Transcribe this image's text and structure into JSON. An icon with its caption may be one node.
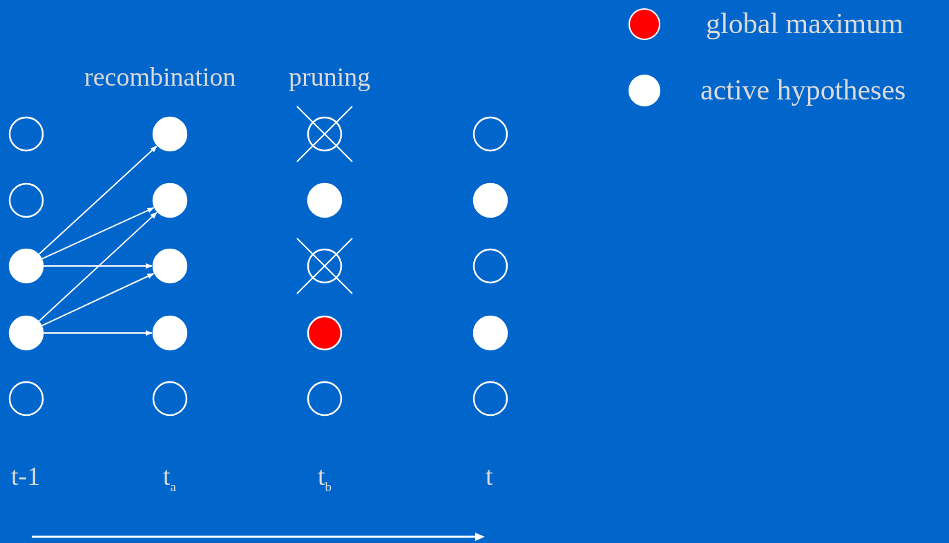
{
  "diagram": {
    "nodes": [
      {
        "text": [],
        "shape": "circle"
      },
      {
        "text": [],
        "shape": "circle"
      },
      {
        "text": [],
        "shape": "circle"
      },
      {
        "text": [],
        "shape": "circle"
      },
      {
        "text": [],
        "shape": "circle"
      },
      {
        "text": [],
        "shape": "circle"
      },
      {
        "text": [],
        "shape": "circle"
      },
      {
        "text": [],
        "shape": "circle"
      },
      {
        "text": [],
        "shape": "circle"
      },
      {
        "text": [],
        "shape": "circle"
      },
      {
        "text": [],
        "shape": "circle"
      },
      {
        "text": [],
        "shape": "circle"
      },
      {
        "text": [],
        "shape": "circle"
      },
      {
        "text": [],
        "shape": "circle"
      },
      {
        "text": [],
        "shape": "circle"
      },
      {
        "text": [],
        "shape": "circle"
      },
      {
        "text": [],
        "shape": "circle"
      },
      {
        "text": [],
        "shape": "circle"
      },
      {
        "text": [],
        "shape": "circle"
      },
      {
        "text": [],
        "shape": "circle"
      }
    ],
    "edges": [
      {
        "from": 8,
        "to": 1,
        "arrow": "to"
      },
      {
        "from": 8,
        "to": 5,
        "arrow": "to"
      },
      {
        "from": 8,
        "to": 9,
        "arrow": "to"
      },
      {
        "from": 12,
        "to": 5,
        "arrow": "to"
      },
      {
        "from": 12,
        "to": 9,
        "arrow": "to"
      },
      {
        "from": 12,
        "to": 13,
        "arrow": "to"
      }
    ],
    "labels": [
      "recombination",
      "pruning",
      "t-1",
      "t$_{a}$",
      "t$_{b}$",
      "t"
    ],
    "legend": [
      {
        "text": "global maximum",
        "color": "#ff0000"
      },
      {
        "text": "active hypotheses",
        "color": "#ffffff"
      }
    ]
  }
}
